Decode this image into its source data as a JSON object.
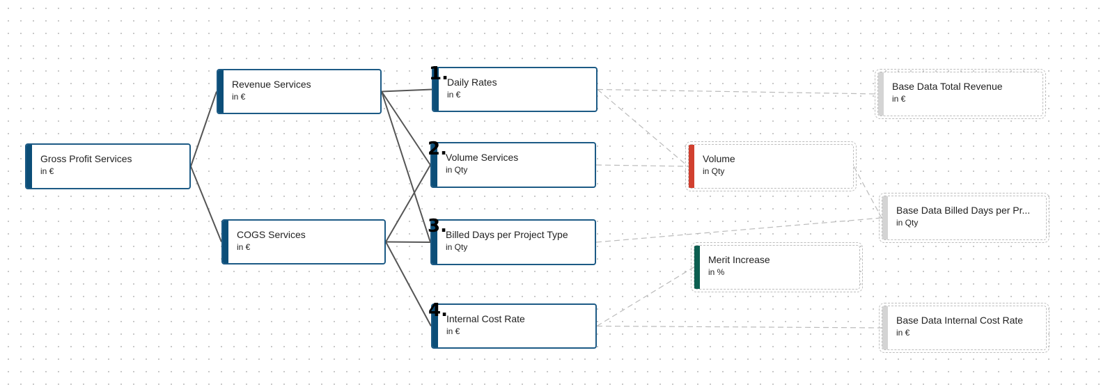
{
  "colors": {
    "node_border": "#1c5a85",
    "bar_blue": "#0c4e78",
    "bar_red": "#d1402f",
    "bar_green": "#0c5e50",
    "bar_gray": "#d4d4d4",
    "edge_solid": "#555555",
    "edge_dashed": "#bbbbbb"
  },
  "nodes": {
    "gross_profit": {
      "title": "Gross Profit Services",
      "unit": "in €"
    },
    "revenue_services": {
      "title": "Revenue Services",
      "unit": "in €"
    },
    "cogs_services": {
      "title": "COGS Services",
      "unit": "in €"
    },
    "daily_rates": {
      "title": "Daily Rates",
      "unit": "in €"
    },
    "volume_services": {
      "title": "Volume Services",
      "unit": "in Qty"
    },
    "billed_days": {
      "title": "Billed Days per Project Type",
      "unit": "in Qty"
    },
    "internal_cost_rate": {
      "title": "Internal Cost Rate",
      "unit": "in €"
    },
    "volume": {
      "title": "Volume",
      "unit": "in Qty"
    },
    "merit_increase": {
      "title": "Merit Increase",
      "unit": "in %"
    },
    "base_total_revenue": {
      "title": "Base Data Total Revenue",
      "unit": "in €"
    },
    "base_billed_days": {
      "title": "Base Data Billed Days per Pr...",
      "unit": "in Qty"
    },
    "base_internal_cost": {
      "title": "Base Data Internal Cost Rate",
      "unit": "in €"
    }
  },
  "badges": [
    "1.",
    "2.",
    "3.",
    "4."
  ],
  "edges": [
    {
      "from": "gross_profit",
      "to": "revenue_services",
      "style": "solid"
    },
    {
      "from": "gross_profit",
      "to": "cogs_services",
      "style": "solid"
    },
    {
      "from": "revenue_services",
      "to": "daily_rates",
      "style": "solid"
    },
    {
      "from": "revenue_services",
      "to": "volume_services",
      "style": "solid"
    },
    {
      "from": "revenue_services",
      "to": "billed_days",
      "style": "solid"
    },
    {
      "from": "cogs_services",
      "to": "volume_services",
      "style": "solid"
    },
    {
      "from": "cogs_services",
      "to": "billed_days",
      "style": "solid"
    },
    {
      "from": "cogs_services",
      "to": "internal_cost_rate",
      "style": "solid"
    },
    {
      "from": "daily_rates",
      "to": "base_total_revenue",
      "style": "dashed"
    },
    {
      "from": "daily_rates",
      "to": "volume",
      "style": "dashed"
    },
    {
      "from": "volume_services",
      "to": "volume",
      "style": "dashed"
    },
    {
      "from": "volume",
      "to": "base_billed_days",
      "style": "dashed"
    },
    {
      "from": "billed_days",
      "to": "base_billed_days",
      "style": "dashed"
    },
    {
      "from": "internal_cost_rate",
      "to": "merit_increase",
      "style": "dashed"
    },
    {
      "from": "internal_cost_rate",
      "to": "base_internal_cost",
      "style": "dashed"
    }
  ]
}
